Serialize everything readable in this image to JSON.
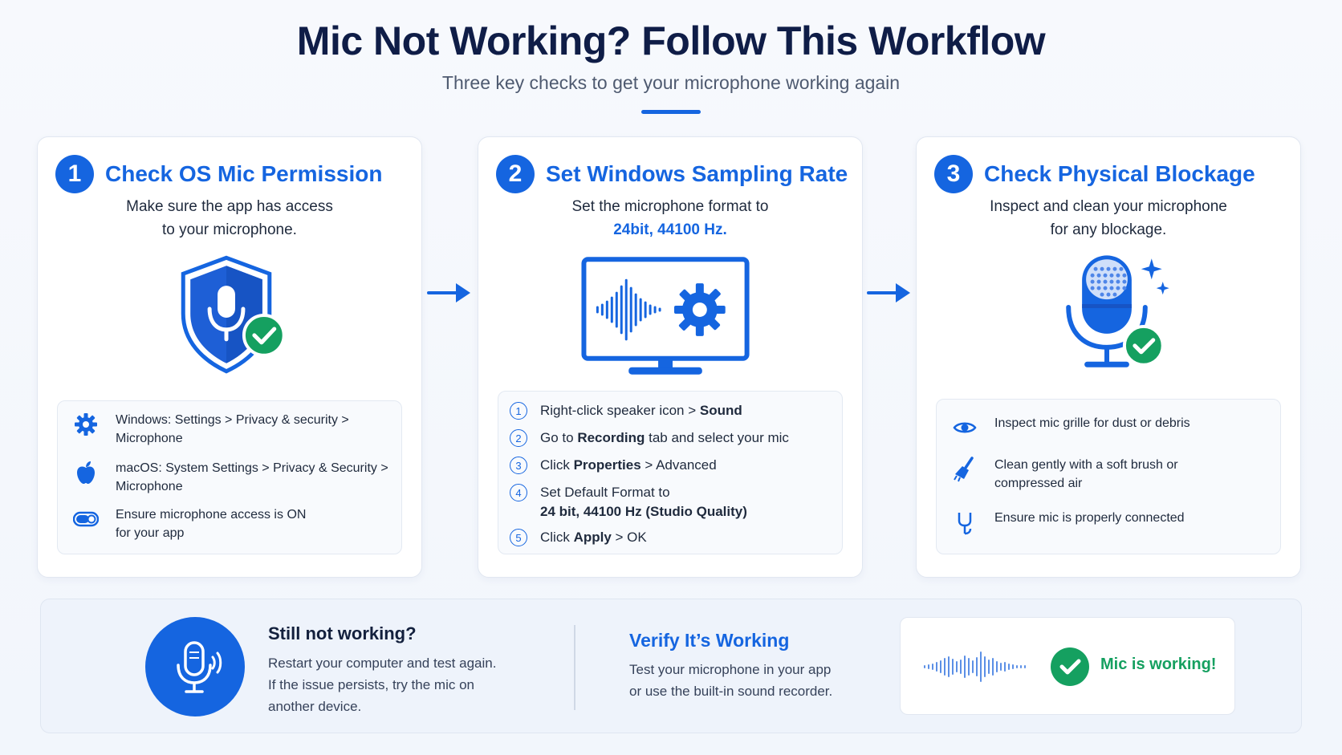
{
  "header": {
    "title": "Mic Not Working? Follow This Workflow",
    "subtitle": "Three key checks to get your microphone working again"
  },
  "colors": {
    "accent": "#1565e0",
    "success": "#15a060",
    "title": "#0f1d47",
    "background": "#f4f7fc"
  },
  "steps": [
    {
      "number": "1",
      "title": "Check OS Mic Permission",
      "desc_line1": "Make sure the app has access",
      "desc_line2": "to your microphone.",
      "illustration": "shield-mic-check-icon",
      "items": [
        {
          "icon": "gear-icon",
          "line1": "Windows: Settings > Privacy & security >",
          "line2": "Microphone"
        },
        {
          "icon": "apple-icon",
          "line1": "macOS: System Settings > Privacy & Security >",
          "line2": "Microphone"
        },
        {
          "icon": "toggle-icon",
          "line1_pre": "Ensure microphone access is ",
          "line1_strong": "ON",
          "line2": "for your app"
        }
      ]
    },
    {
      "number": "2",
      "title": "Set Windows Sampling Rate",
      "desc_line1": "Set the microphone format to",
      "desc_highlight": "24bit, 44100 Hz.",
      "illustration": "monitor-waveform-gear-icon",
      "items": [
        {
          "n": "1",
          "pre": "Right-click speaker icon > ",
          "strong": "Sound",
          "post": ""
        },
        {
          "n": "2",
          "pre": "Go to ",
          "strong": "Recording",
          "post": " tab and select your mic"
        },
        {
          "n": "3",
          "pre": "Click ",
          "strong": "Properties",
          "post": " > Advanced"
        },
        {
          "n": "4",
          "pre": "Set Default Format to",
          "line2_strong": "24 bit, 44100 Hz (Studio Quality)"
        },
        {
          "n": "5",
          "pre": "Click ",
          "strong": "Apply",
          "post": " > OK"
        }
      ]
    },
    {
      "number": "3",
      "title": "Check Physical Blockage",
      "desc_line1": "Inspect and clean your microphone",
      "desc_line2": "for any blockage.",
      "illustration": "microphone-sparkle-check-icon",
      "items": [
        {
          "icon": "eye-icon",
          "line1": "Inspect mic grille for dust or debris"
        },
        {
          "icon": "brush-icon",
          "line1": "Clean gently with a soft brush or",
          "line2": "compressed air"
        },
        {
          "icon": "plug-icon",
          "line1": "Ensure mic is properly connected"
        }
      ]
    }
  ],
  "footer": {
    "still_title": "Still not working?",
    "still_line1": "Restart your computer and test again.",
    "still_line2": "If the issue persists, try the mic on",
    "still_line3": "another device.",
    "verify_title": "Verify It’s Working",
    "verify_line1": "Test your microphone in your app",
    "verify_line2": "or use the built-in sound recorder.",
    "status": "Mic is working!"
  }
}
